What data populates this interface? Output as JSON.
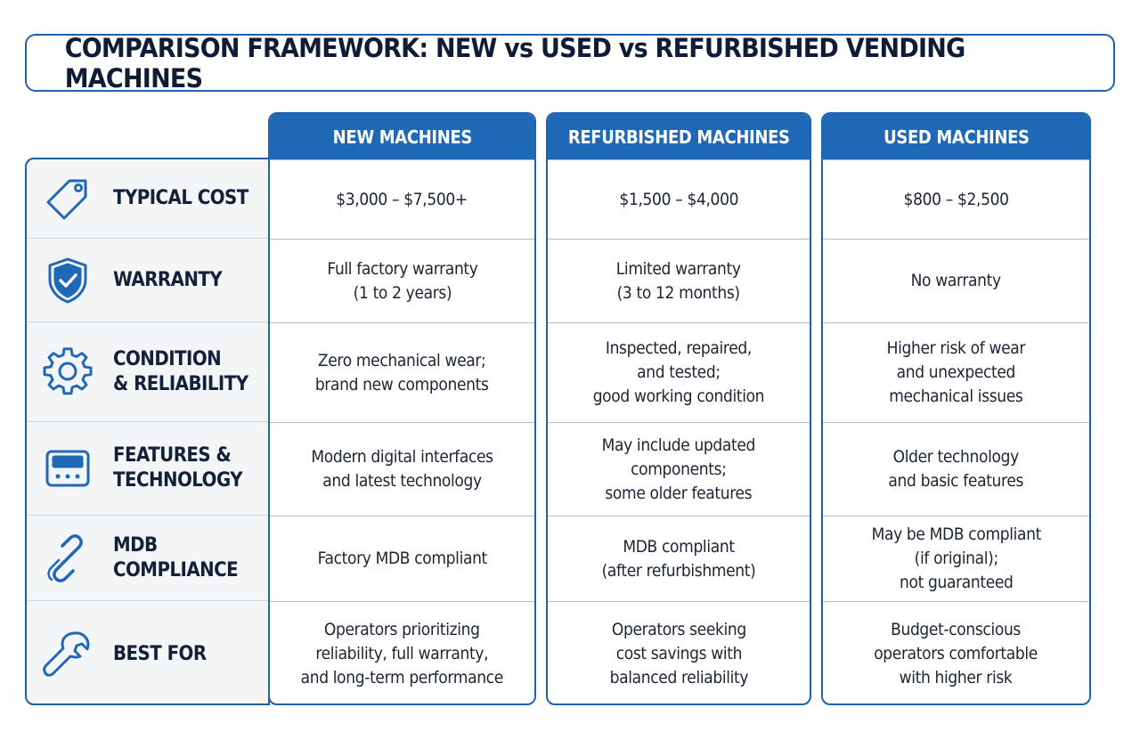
{
  "title": "COMPARISON FRAMEWORK: NEW vs USED vs REFURBISHED VENDING MACHINES",
  "rows": [
    {
      "label": "TYPICAL COST",
      "icon": "price-tag-icon"
    },
    {
      "label": "WARRANTY",
      "icon": "shield-check-icon"
    },
    {
      "label": "CONDITION\n& RELIABILITY",
      "icon": "gear-icon"
    },
    {
      "label": "FEATURES &\nTECHNOLOGY",
      "icon": "control-panel-icon"
    },
    {
      "label": "MDB\nCOMPLIANCE",
      "icon": "chain-link-icon"
    },
    {
      "label": "BEST FOR",
      "icon": "wrench-icon"
    }
  ],
  "columns": [
    {
      "header": "NEW MACHINES",
      "cells": [
        "$3,000 – $7,500+",
        "Full factory warranty\n(1 to 2 years)",
        "Zero mechanical wear;\nbrand new components",
        "Modern digital interfaces\nand latest technology",
        "Factory MDB compliant",
        "Operators prioritizing\nreliability, full warranty,\nand long-term performance"
      ]
    },
    {
      "header": "REFURBISHED MACHINES",
      "cells": [
        "$1,500 – $4,000",
        "Limited warranty\n(3 to 12 months)",
        "Inspected, repaired,\nand tested;\ngood working condition",
        "May include updated\ncomponents;\nsome older features",
        "MDB compliant\n(after refurbishment)",
        "Operators seeking\ncost savings with\nbalanced reliability"
      ]
    },
    {
      "header": "USED MACHINES",
      "cells": [
        "$800 – $2,500",
        "No warranty",
        "Higher risk of wear\nand unexpected\nmechanical issues",
        "Older technology\nand basic features",
        "May be MDB compliant\n(if original);\nnot guaranteed",
        "Budget-conscious\noperators comfortable\nwith higher risk"
      ]
    }
  ],
  "colors": {
    "accent": "#1f68b6",
    "border": "#1f63b0",
    "label_bg": "#f4f5f7"
  }
}
